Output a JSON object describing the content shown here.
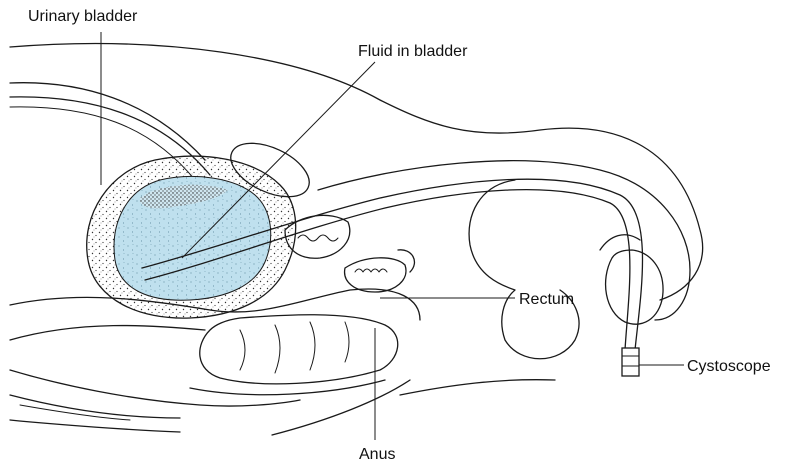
{
  "labels": {
    "urinary_bladder": "Urinary bladder",
    "fluid_in_bladder": "Fluid in bladder",
    "rectum": "Rectum",
    "cystoscope": "Cystoscope",
    "anus": "Anus"
  },
  "colors": {
    "fluid": "#bfe0ee",
    "outline": "#1a1a1a",
    "background": "#ffffff"
  }
}
